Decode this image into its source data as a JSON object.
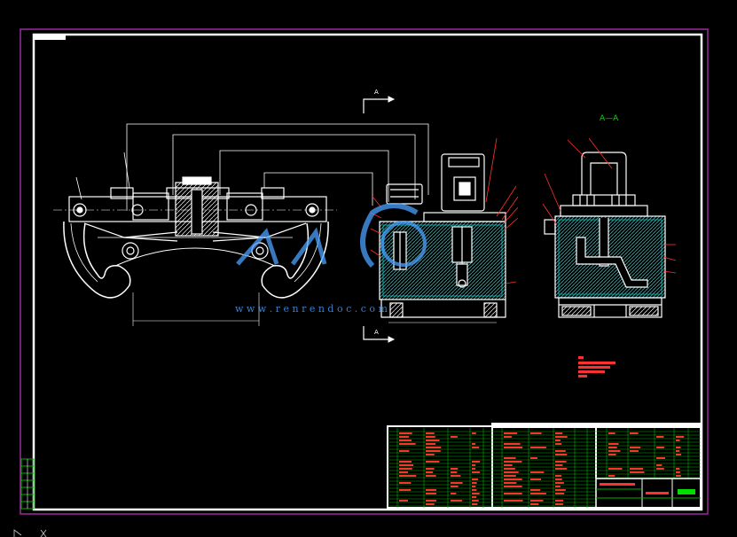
{
  "drawing": {
    "section_label": "A—A",
    "cut_marker_top": "A",
    "cut_marker_bottom": "A"
  },
  "watermark": {
    "text": "w w w . r e n r e n d o c . c o m"
  },
  "colors": {
    "background": "#000000",
    "frame_outer": "#9a2a9a",
    "frame_inner": "#ffffff",
    "lines": "#ffffff",
    "hatch": "#00c8c8",
    "dimension": "#ff3030",
    "section_label": "#00e000",
    "title_grid": "#00b000",
    "watermark": "#4aa0ff"
  },
  "icons": {
    "ucs": "ucs-axis-icon"
  }
}
